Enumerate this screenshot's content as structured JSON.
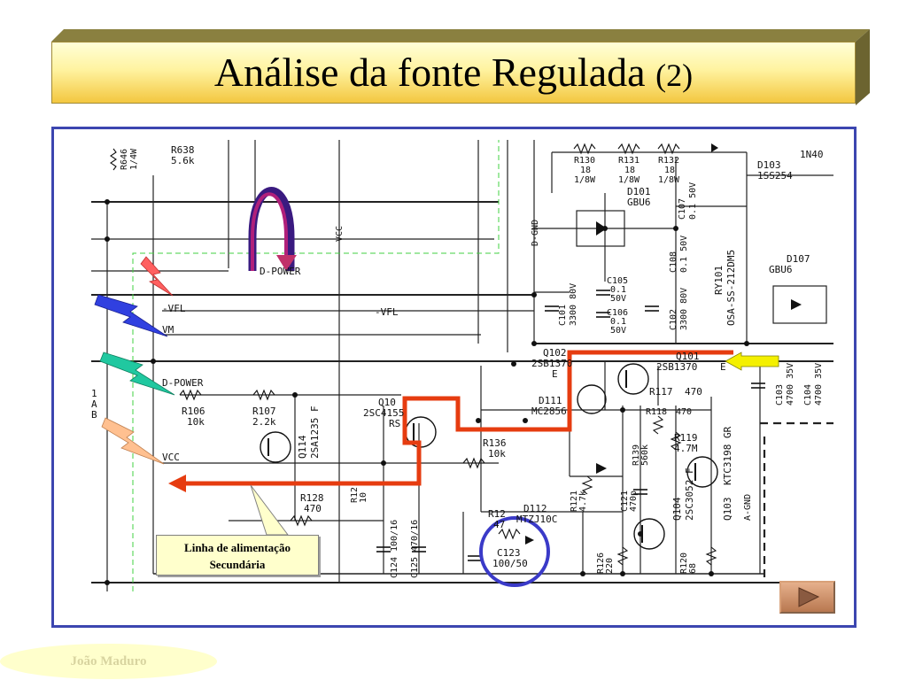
{
  "slide": {
    "title": "Análise da fonte Regulada",
    "title_suffix": "(2)",
    "author": "João Maduro",
    "callout_line1": "Linha de alimentação",
    "callout_line2": "Secundária"
  },
  "colors": {
    "frame": "#3c46b0",
    "path": "#e63c10",
    "highlight_circle": "#3a3ac8",
    "arrow_yellow": "#f4f000",
    "title_gold": "#f3c740"
  },
  "schematic": {
    "signals": {
      "dpower": "D-POWER",
      "vfl_in": "-VFL",
      "vfl_bus": "-VFL",
      "vm": "VM",
      "dpower_in": "D-POWER",
      "vcc_in": "VCC",
      "vcc_top": "VCC",
      "dgnd": "D-GND",
      "agnd": "A-GND"
    },
    "components": {
      "r646": "R646",
      "r646_v": "1/4W",
      "r638": "R638",
      "r638_v": "5.6k",
      "r130": "R130",
      "r130_v": "18",
      "r130_w": "1/8W",
      "r131": "R131",
      "r131_v": "18",
      "r131_w": "1/8W",
      "r132": "R132",
      "r132_v": "18",
      "r132_w": "1/8W",
      "d103": "D103",
      "d103_v": "1SS254",
      "d103_v2": "1N40",
      "d101": "D101",
      "d101_v": "GBU6",
      "c107": "C107",
      "c107_v": "0.1 50V",
      "c108": "C108",
      "c108_v": "0.1 50V",
      "c105": "C105",
      "c105_v": "0.1",
      "c105_w": "50V",
      "c106": "C106",
      "c106_v": "0.1",
      "c106_w": "50V",
      "c101": "C101",
      "c101_v": "3300 80V",
      "c102": "C102",
      "c102_v": "3300 80V",
      "ry101": "RY101",
      "ry101_v": "OSA-SS-212DM5",
      "d107": "D107",
      "d107_v": "GBU6",
      "q102": "Q102",
      "q102_v": "2SB1370",
      "q102_e": "E",
      "q101": "Q101",
      "q101_v": "2SB1370",
      "q101_e": "E",
      "d111": "D111",
      "d111_v": "MC2856",
      "r117": "R117",
      "r117_v": "470",
      "r118": "R118",
      "r118_v": "470",
      "c103": "C103",
      "c103_v": "4700 35V",
      "c104": "C104",
      "c104_v": "4700 35V",
      "r106": "R106",
      "r106_v": "10k",
      "r107": "R107",
      "r107_v": "2.2k",
      "q114": "Q114",
      "q114_v": "2SA1235 F",
      "q105": "Q10",
      "q105_v": "2SC4155",
      "q105_r": "RS",
      "r136": "R136",
      "r136_v": "10k",
      "r139": "R139",
      "r139_v": "560k",
      "r119": "R119",
      "r119_v": "4.7M",
      "q103": "Q103",
      "q103_v": "KTC3198 GR",
      "r128": "R128",
      "r128_v": "470",
      "r12x": "R12",
      "r12x_v": "10",
      "r121": "R121",
      "r121_v": "4.7k",
      "c121": "C121",
      "c121_v": "470p",
      "q104": "Q104",
      "q104_v": "2SC3052 F",
      "d112": "D112",
      "d112_v": "MTZJ10C",
      "c123": "C123",
      "c123_v": "100/50",
      "r12y": "R12",
      "r12y_v": "47",
      "c124": "C124",
      "c124_v": "100/16",
      "c125": "C125",
      "c125_v": "470/16",
      "r126": "R126",
      "r126_v": "220",
      "r120": "R120",
      "r120_v": "68",
      "left_1": "1",
      "left_a": "A",
      "left_b": "B"
    }
  }
}
